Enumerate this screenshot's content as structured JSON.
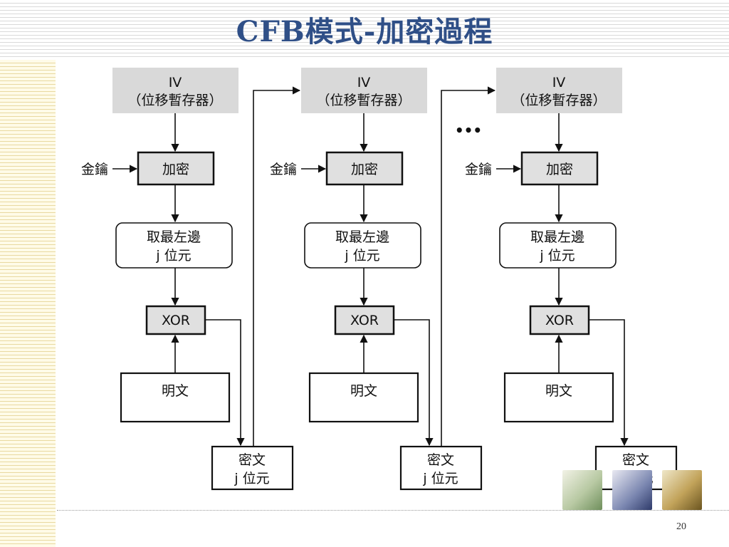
{
  "title": "CFB模式-加密過程",
  "page_number": "20",
  "ellipsis": "•••",
  "stages": [
    {
      "iv_line1": "IV",
      "iv_line2": "（位移暫存器）",
      "key_label": "金鑰",
      "encrypt_label": "加密",
      "select_line1": "取最左邊",
      "select_line2": "j 位元",
      "xor_label": "XOR",
      "plaintext_label": "明文",
      "ciphertext_line1": "密文",
      "ciphertext_line2": "j 位元"
    },
    {
      "iv_line1": "IV",
      "iv_line2": "（位移暫存器）",
      "key_label": "金鑰",
      "encrypt_label": "加密",
      "select_line1": "取最左邊",
      "select_line2": "j 位元",
      "xor_label": "XOR",
      "plaintext_label": "明文",
      "ciphertext_line1": "密文",
      "ciphertext_line2": "j 位元"
    },
    {
      "iv_line1": "IV",
      "iv_line2": "（位移暫存器）",
      "key_label": "金鑰",
      "encrypt_label": "加密",
      "select_line1": "取最左邊",
      "select_line2": "j 位元",
      "xor_label": "XOR",
      "plaintext_label": "明文",
      "ciphertext_line1": "密文",
      "ciphertext_line2": "j 位元"
    }
  ]
}
